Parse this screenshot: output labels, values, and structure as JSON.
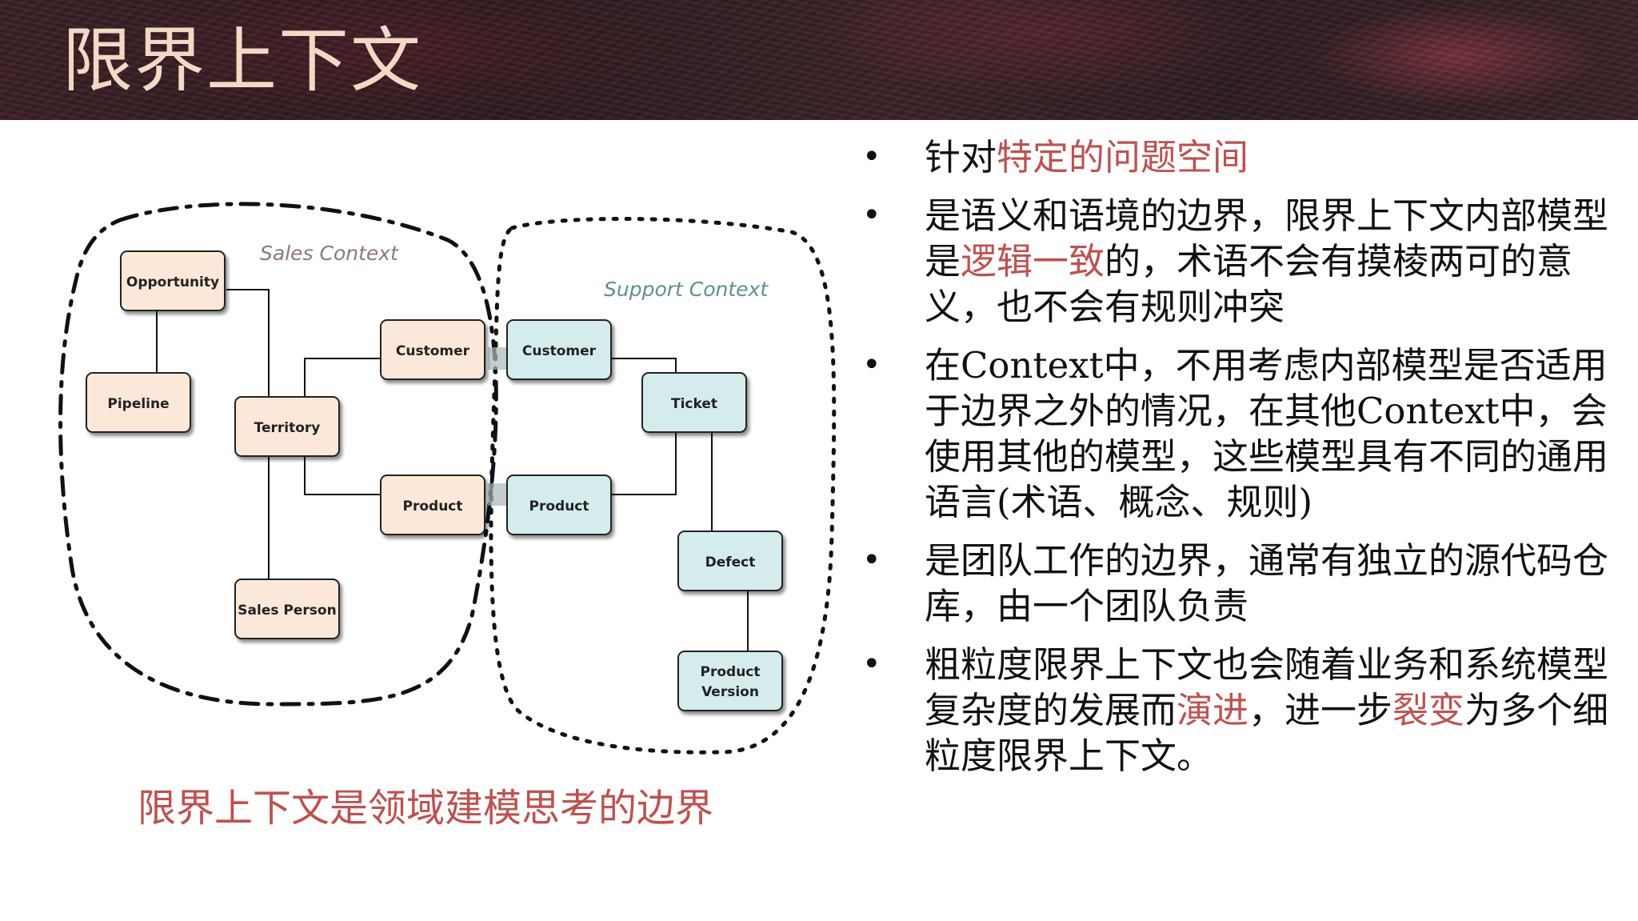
{
  "title": "限界上下文",
  "diagram": {
    "sales_context_label": "Sales Context",
    "support_context_label": "Support Context",
    "sales_nodes": {
      "opportunity": "Opportunity",
      "pipeline": "Pipeline",
      "territory": "Territory",
      "customer": "Customer",
      "product": "Product",
      "sales_person": "Sales Person"
    },
    "support_nodes": {
      "customer": "Customer",
      "product": "Product",
      "ticket": "Ticket",
      "defect": "Defect",
      "product_version_line1": "Product",
      "product_version_line2": "Version"
    },
    "colors": {
      "sales_node_fill": "#fbe8d8",
      "support_node_fill": "#d4ecec",
      "sales_label": "#8c7b72",
      "support_label": "#5e9090"
    }
  },
  "caption": "限界上下文是领域建模思考的边界",
  "bullets": [
    {
      "parts": [
        {
          "text": "针对",
          "hl": false
        },
        {
          "text": "特定的问题空间",
          "hl": true
        }
      ]
    },
    {
      "parts": [
        {
          "text": "是语义和语境的边界，限界上下文内部模型是",
          "hl": false
        },
        {
          "text": "逻辑一致",
          "hl": true
        },
        {
          "text": "的，术语不会有摸棱两可的意义，也不会有规则冲突",
          "hl": false
        }
      ]
    },
    {
      "parts": [
        {
          "text": "在Context中，不用考虑内部模型是否适用于边界之外的情况，在其他Context中，会使用其他的模型，这些模型具有不同的通用语言(术语、概念、规则)",
          "hl": false
        }
      ]
    },
    {
      "parts": [
        {
          "text": "是团队工作的边界，通常有独立的源代码仓库，由一个团队负责",
          "hl": false
        }
      ]
    },
    {
      "parts": [
        {
          "text": "粗粒度限界上下文也会随着业务和系统模型复杂度的发展而",
          "hl": false
        },
        {
          "text": "演进",
          "hl": true
        },
        {
          "text": "，进一步",
          "hl": false
        },
        {
          "text": "裂变",
          "hl": true
        },
        {
          "text": "为多个细粒度限界上下文。",
          "hl": false
        }
      ]
    }
  ],
  "bullet_symbol": "•",
  "highlight_color": "#c0504d"
}
